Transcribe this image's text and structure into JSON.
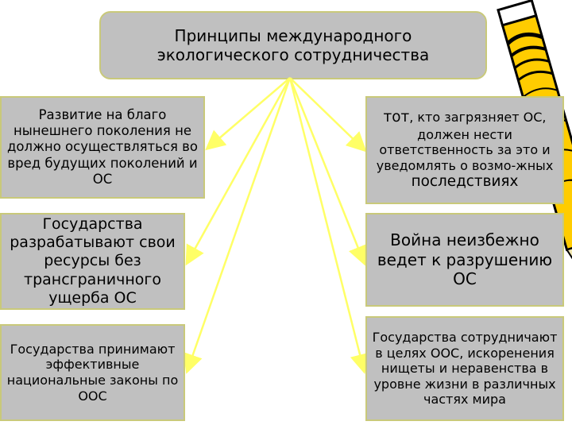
{
  "title": {
    "line1": "Принципы международного",
    "line2": "экологического сотрудничества"
  },
  "left_boxes": [
    {
      "text": "Развитие на благо нынешнего поколения не должно осуществляться во вред будущих поколений и ОС"
    },
    {
      "text": "Государства разрабатывают свои ресурсы без трансграничного ущерба ОС"
    },
    {
      "text": "Государства принимают эффективные национальные законы по ООС"
    }
  ],
  "right_boxes": [
    {
      "lead": "тот",
      "text": ", кто загрязняет ОС, должен нести ответственность за это и уведомлять о возмо-жных ",
      "tail": "последствиях"
    },
    {
      "text": "Война неизбежно ведет к разрушению ОС"
    },
    {
      "text": "Государства сотрудничают в целях ООС, искоренения нищеты и неравенства в уровне жизни в различных частях мира"
    }
  ],
  "colors": {
    "box_fill": "#c0c0c0",
    "box_border": "#c9c97a",
    "arrow": "#ffff66",
    "pencil_body": "#ffcc00",
    "pencil_stripes": "#000000",
    "pencil_lead": "#6633cc"
  },
  "decoration": {
    "icon": "pencil-icon"
  }
}
